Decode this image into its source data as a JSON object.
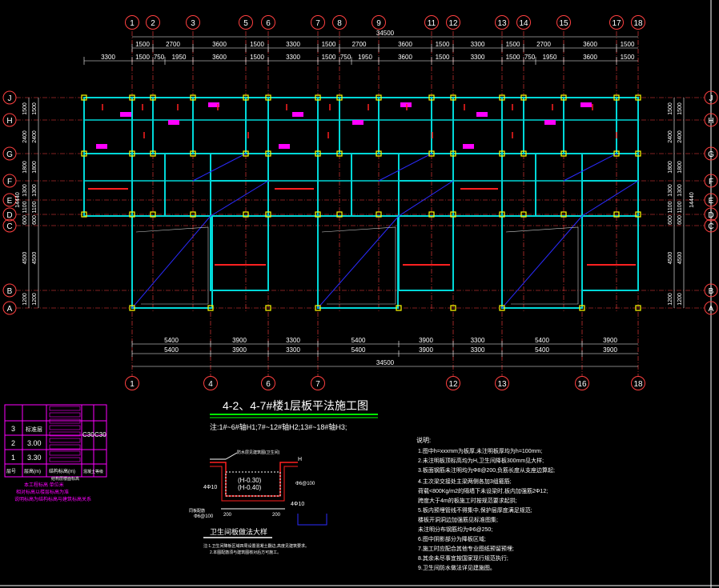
{
  "drawing": {
    "title": "4-2、4-7#楼1层板平法施工图",
    "subtitle": "注:1#~6#轴H1;7#~12#轴H2;13#~18#轴H3;"
  },
  "grid": {
    "top_axes": [
      "1",
      "2",
      "3",
      "5",
      "6",
      "7",
      "8",
      "9",
      "11",
      "12",
      "13",
      "14",
      "15",
      "17",
      "18"
    ],
    "bottom_axes": [
      "1",
      "4",
      "6",
      "7",
      "12",
      "13",
      "16",
      "18"
    ],
    "row_axes": [
      "J",
      "H",
      "G",
      "F",
      "E",
      "D",
      "C",
      "B",
      "A"
    ]
  },
  "dims": {
    "total": "34500",
    "top_row1": [
      "1500",
      "2700",
      "3600",
      "1500",
      "3300",
      "1500",
      "2700",
      "3600",
      "1500",
      "3300",
      "1500",
      "2700",
      "3600",
      "1500"
    ],
    "top_row2": [
      "3300",
      "1500",
      "750",
      "1950",
      "3600",
      "1500",
      "3300",
      "1500",
      "750",
      "1950",
      "3600",
      "1500",
      "3300",
      "1500",
      "750",
      "1950",
      "3600",
      "1500"
    ],
    "bottom_row1": [
      "5400",
      "3900",
      "3300",
      "5400",
      "3900",
      "3300",
      "5400",
      "3900"
    ],
    "bottom_row2": [
      "5400",
      "3900",
      "3300",
      "5400",
      "3900",
      "3300",
      "5400",
      "3900"
    ],
    "side_row": [
      "1500",
      "2400",
      "1800",
      "1300",
      "1100",
      "600",
      "4500",
      "1200"
    ],
    "side_total": "14440"
  },
  "levels_table": {
    "rows": [
      {
        "n": "3",
        "type": "标准层",
        "h": ""
      },
      {
        "n": "2",
        "type": "",
        "h": "3.00"
      },
      {
        "n": "1",
        "type": "",
        "h": "3.30"
      }
    ],
    "hdr_floor": "层号",
    "hdr_height": "层高(m)",
    "hdr_elev": "结构标高(m)",
    "hdr_grade": "混凝土等级",
    "conc_left": "C30",
    "conc_right": "C30",
    "note1": "结构层楼面标高",
    "note2": "结构层高",
    "note_red1": "本工程标高 单位米",
    "note_red2": "相对标高以楼层标高为准",
    "note_red3": "说明标高为结构标高与建筑标高关系"
  },
  "detail": {
    "title": "卫生间板做法大样",
    "label_a": "防水层见建筑图(卫生间)",
    "label_b": "同板配筋",
    "label_c": "Φ6@100",
    "label_d": "4Φ10",
    "label_e": "(H-0.30)",
    "label_f": "(H-0.40)",
    "dim_200": "200",
    "dim_h": "H",
    "side_a": "Φ6@100",
    "side_b": "4Φ10",
    "note1": "注:1.卫生间降板区域四周设置混凝土翻边,高度见建筑要求。",
    "note2": "2.本图配筋须与建筑图核对后方可施工。"
  },
  "notes": {
    "title": "说明:",
    "items": [
      "1.图中h=xxxmm为板厚,未注明板厚均为h=100mm;",
      "2.未注明板顶标高均为H,卫生间降板300mm见大样;",
      "3.板面钢筋未注明均为Φ8@200,负筋长度从支座边算起;",
      "4.主次梁交接处主梁两侧各加3组箍筋;",
      "  荷载<800Kg/m2的隔墙下未设梁时,板内加强筋2Φ12;",
      "  跨度大于4m的板施工时按规范要求起拱;",
      "5.板内预埋管线不得集中,保护层厚度满足规范;",
      "  楼板开洞洞边加强筋见标准图集;",
      "  未注明分布钢筋均为Φ6@250;",
      "6.图中阴影部分为降板区域;",
      "7.施工时应配合其他专业图纸预留预埋;",
      "8.其余未尽事宜按国家现行规范执行;",
      "9.卫生间防水做法详见建施图。"
    ]
  },
  "colors": {
    "background": "#000000",
    "axis_line": "#ff4040",
    "axis_bubble": "#ff4040",
    "dim": "#ffffff",
    "wall_cyan": "#00d8d8",
    "beam_blue": "#2b2bff",
    "slab_magenta": "#ff00ff",
    "column_yellow": "#ffff00",
    "detail_red": "#ff2020",
    "title_green": "#00ff00"
  }
}
